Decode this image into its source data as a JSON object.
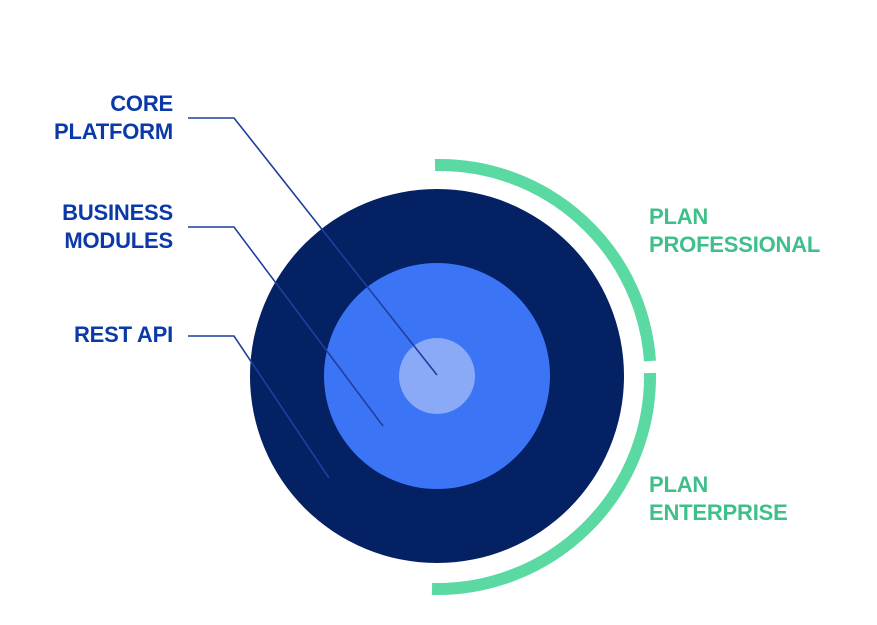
{
  "colors": {
    "outer_ring": "#042163",
    "middle_ring": "#3b74f5",
    "core": "#8aaaf8",
    "left_labels": "#0b3aa8",
    "connectors": "#1e3f9b",
    "arcs": "#5ad9a2",
    "right_labels": "#3fbf8a",
    "background": "#ffffff"
  },
  "layers": [
    {
      "id": "core",
      "lines": [
        "CORE",
        "PLATFORM"
      ]
    },
    {
      "id": "business",
      "lines": [
        "BUSINESS",
        "MODULES"
      ]
    },
    {
      "id": "rest",
      "lines": [
        "REST API"
      ]
    }
  ],
  "plans": [
    {
      "id": "professional",
      "lines": [
        "PLAN",
        "PROFESSIONAL"
      ]
    },
    {
      "id": "enterprise",
      "lines": [
        "PLAN",
        "ENTERPRISE"
      ]
    }
  ]
}
